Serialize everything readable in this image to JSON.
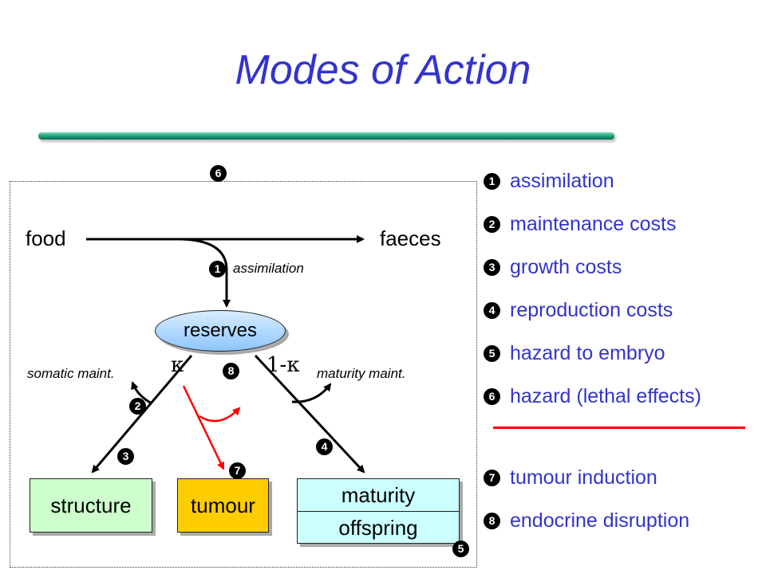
{
  "title": "Modes of Action",
  "diagram": {
    "food": "food",
    "faeces": "faeces",
    "assimilation_label": "assimilation",
    "reserves": "reserves",
    "kappa": "κ",
    "one_minus_kappa": "1-κ",
    "somatic_maint": "somatic maint.",
    "maturity_maint": "maturity maint.",
    "structure": "structure",
    "tumour": "tumour",
    "maturity": "maturity",
    "offspring": "offspring",
    "markers": {
      "m1": "1",
      "m2": "2",
      "m3": "3",
      "m4": "4",
      "m5": "5",
      "m6": "6",
      "m7": "7",
      "m8": "8"
    }
  },
  "legend": [
    {
      "num": "1",
      "text": "assimilation"
    },
    {
      "num": "2",
      "text": "maintenance costs"
    },
    {
      "num": "3",
      "text": "growth costs"
    },
    {
      "num": "4",
      "text": "reproduction costs"
    },
    {
      "num": "5",
      "text": "hazard to embryo"
    },
    {
      "num": "6",
      "text": "hazard (lethal effects)"
    },
    {
      "num": "7",
      "text": "tumour induction"
    },
    {
      "num": "8",
      "text": "endocrine disruption"
    }
  ],
  "colors": {
    "title": "#3333cc",
    "legend_text": "#3333cc",
    "divider": "#ff0000",
    "tumour_arrow": "#ff0000",
    "structure_fill": "#ccffcc",
    "tumour_fill": "#ffcc00",
    "maturity_fill": "#ccffff",
    "reserves_fill": "#99ccff"
  }
}
